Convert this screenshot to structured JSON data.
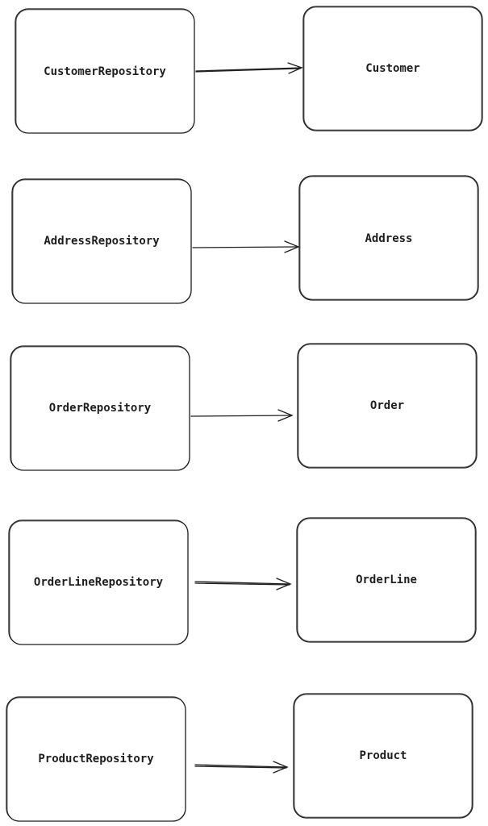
{
  "diagram": {
    "rows": [
      {
        "from": "CustomerRepository",
        "to": "Customer"
      },
      {
        "from": "AddressRepository",
        "to": "Address"
      },
      {
        "from": "OrderRepository",
        "to": "Order"
      },
      {
        "from": "OrderLineRepository",
        "to": "OrderLine"
      },
      {
        "from": "ProductRepository",
        "to": "Product"
      }
    ],
    "stroke_color": "#1e1e1e",
    "background_color": "#ffffff"
  }
}
